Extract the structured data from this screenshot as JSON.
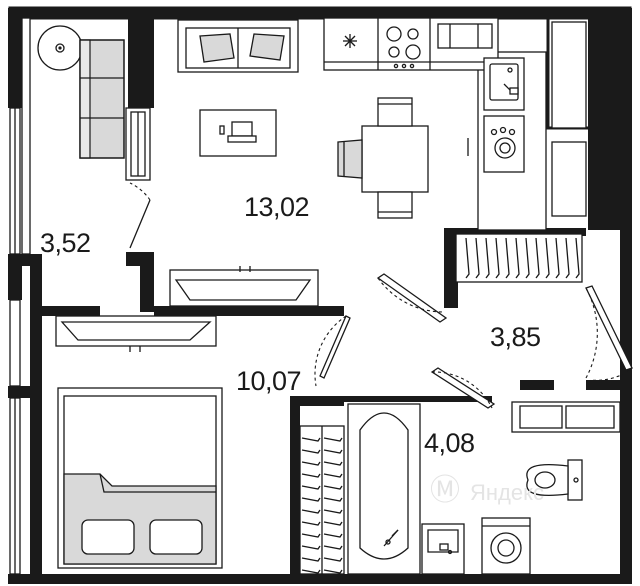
{
  "rooms": [
    {
      "id": "living-kitchen",
      "area": "13,02"
    },
    {
      "id": "balcony",
      "area": "3,52"
    },
    {
      "id": "hallway",
      "area": "3,85"
    },
    {
      "id": "bedroom",
      "area": "10,07"
    },
    {
      "id": "bathroom",
      "area": "4,08"
    }
  ],
  "icons": [
    "sofa-icon",
    "round-table-icon",
    "tv-cabinet-icon",
    "laptop-icon",
    "dining-table-icon",
    "chair-icon",
    "stove-icon",
    "sink-icon",
    "washing-machine-icon",
    "bathtub-icon",
    "toilet-icon",
    "bed-icon",
    "pillow-icon",
    "wardrobe-icon",
    "fridge-icon"
  ],
  "colors": {
    "wall": "#1a1a1a",
    "furniture_fill": "#d9d9d9",
    "background": "#ffffff"
  }
}
